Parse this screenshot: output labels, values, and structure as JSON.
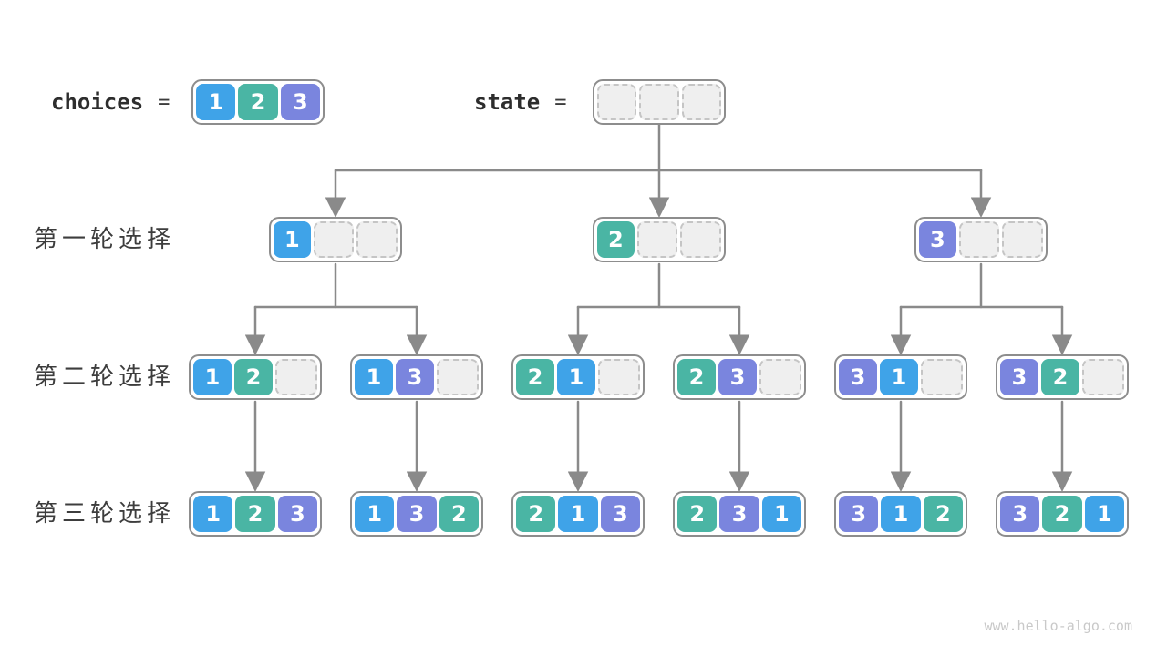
{
  "page": {
    "watermark": "www.hello-algo.com"
  },
  "colors": {
    "value_1": "#3fa3e8",
    "value_2": "#4ab5a4",
    "value_3": "#7a85de",
    "empty_cell_fill": "#efefef",
    "empty_cell_border": "#c5c5c5",
    "box_border": "#8d8d8d",
    "arrow": "#8a8a8a",
    "label_text": "#3d3d3d",
    "watermark_text": "#c9c9c9"
  },
  "header": {
    "choices_label": "choices",
    "state_label": "state",
    "equals": "=",
    "choices_values": [
      "1",
      "2",
      "3"
    ],
    "state_values": [
      "",
      "",
      ""
    ]
  },
  "rows": [
    {
      "label": "第一轮选择",
      "boxes": [
        [
          "1",
          "",
          ""
        ],
        [
          "2",
          "",
          ""
        ],
        [
          "3",
          "",
          ""
        ]
      ]
    },
    {
      "label": "第二轮选择",
      "boxes": [
        [
          "1",
          "2",
          ""
        ],
        [
          "1",
          "3",
          ""
        ],
        [
          "2",
          "1",
          ""
        ],
        [
          "2",
          "3",
          ""
        ],
        [
          "3",
          "1",
          ""
        ],
        [
          "3",
          "2",
          ""
        ]
      ]
    },
    {
      "label": "第三轮选择",
      "boxes": [
        [
          "1",
          "2",
          "3"
        ],
        [
          "1",
          "3",
          "2"
        ],
        [
          "2",
          "1",
          "3"
        ],
        [
          "2",
          "3",
          "1"
        ],
        [
          "3",
          "1",
          "2"
        ],
        [
          "3",
          "2",
          "1"
        ]
      ]
    }
  ]
}
